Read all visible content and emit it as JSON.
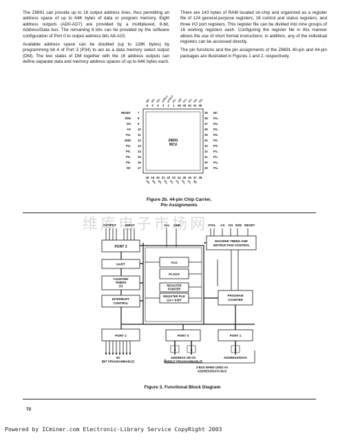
{
  "text": {
    "left_p1": "The Z8691 can provide up to 16 output address lines, thus permitting an address space of up to 64K bytes of data or program memory. Eight address outputs (AD0-AD7) are provided by a multiplexed, 8-bit, Address/Data bus. The remaining 8 bits can be provided by the software configuration of Port 0 to output address bits A8-A15.",
    "left_p2": "Available address space can be doubled (up to 128K bytes) by programming bit 4 of Port 3 (P34) to act as a data memory select output (DM). The two states of DM together with the 16 address outputs can define separate data and memory address spaces of up to 64K bytes each.",
    "right_p1": "There are 143 bytes of RAM located on-chip and organized as a register file of 124 general-purpose registers, 16 control and status registers, and three I/O port registers. This register file can be divided into nine groups of 16 working registers each. Configuring the register file in this manner allows the use of short format instructions; in addition, any of the individual registers can be accessed directly.",
    "right_p2": "The pin functions and the pin assignments of the Z8691 40-pin and 44-pin packages are illustrated in Figures 1 and 2, respectively."
  },
  "chip": {
    "label_line1": "Z8691",
    "label_line2": "MCU",
    "top_numbers": [
      "6",
      "5",
      "4",
      "3",
      "2",
      "1",
      "44",
      "43",
      "42",
      "41",
      "40"
    ],
    "top_labels": [
      "NC",
      "P3₁",
      "P2₀",
      "XTAL1",
      "XTAL2",
      "P1₇",
      "+5V",
      "P1₆",
      "P1₅",
      "P2₇",
      "P2₆"
    ],
    "bottom_numbers": [
      "18",
      "19",
      "20",
      "21",
      "22",
      "23",
      "24",
      "25",
      "26",
      "27",
      "28"
    ],
    "bottom_labels": [
      "P0₅",
      "P0₆",
      "P0₇",
      "P1₀",
      "P1₁",
      "P1₂",
      "P1₃",
      "P1₄",
      "NC"
    ],
    "left_labels": [
      "RESET",
      "R/W",
      "DS",
      "AS",
      "P3₅",
      "GND",
      "P3₂",
      "P0₀",
      "P0₁",
      "P0₂",
      "NC"
    ],
    "left_numbers": [
      "7",
      "8",
      "9",
      "10",
      "11",
      "12",
      "13",
      "14",
      "15",
      "16",
      "17"
    ],
    "right_numbers": [
      "39",
      "38",
      "37",
      "36",
      "35",
      "34",
      "33",
      "32",
      "31",
      "30",
      "29"
    ],
    "right_labels": [
      "NC",
      "P2₅",
      "P2₄",
      "P2₃",
      "P2₂",
      "P2₁",
      "P3₃",
      "P1₀",
      "P1₇",
      "P1₆",
      "P1₅"
    ]
  },
  "captions": {
    "fig2_line1": "Figure 2b. 44-pin Chip Carrier,",
    "fig2_line2": "Pin Assignments",
    "fig3": "Figure 3. Functional Block Diagram"
  },
  "block": {
    "top_output": "OUTPUT",
    "top_input": "INPUT",
    "top_vcc": "Vcc",
    "top_gnd": "GND",
    "top_xtal": "XTAL",
    "top_as": "AS",
    "top_ds": "DS",
    "top_rw": "R/W",
    "top_reset": "RESET",
    "port3": "PORT 3",
    "machine_line1": "MACHINE TIMING AND",
    "machine_line2": "INSTRUCTION CONTROL",
    "uart": "UART",
    "alu": "ALU",
    "flags": "FLAGS",
    "counter_line1": "COUNTER/",
    "counter_line2": "TIMERS",
    "counter_line3": "(2)",
    "regptr_line1": "REGISTER",
    "regptr_line2": "POINTER",
    "regfile_line1": "REGISTER FILE",
    "regfile_line2": "124 × 8-BIT",
    "intr_line1": "INTERRUPT",
    "intr_line2": "CONTROL",
    "progctr_line1": "PROGRAM",
    "progctr_line2": "COUNTER",
    "port2": "PORT 2",
    "port0": "PORT 0",
    "port1": "PORT 1",
    "num4a": "4",
    "num4b": "4",
    "num8": "8",
    "io_line1": "I/O",
    "io_line2": "(BIT PROGRAMMABLE)",
    "addr_line1": "ADDRESS OR I/O",
    "addr_line2": "(NIBBLE PROGRAMMABLE)",
    "addrdata": "ADDRESS/DATA",
    "zbus_line1": "Z-BUS WHEN USED AS",
    "zbus_line2": "ADDRESS/DATA BUS"
  },
  "page": {
    "number": "72",
    "footer": "Powered by ICminer.com Electronic-Library Service CopyRight 2003",
    "watermark": "维库电子市场网"
  }
}
